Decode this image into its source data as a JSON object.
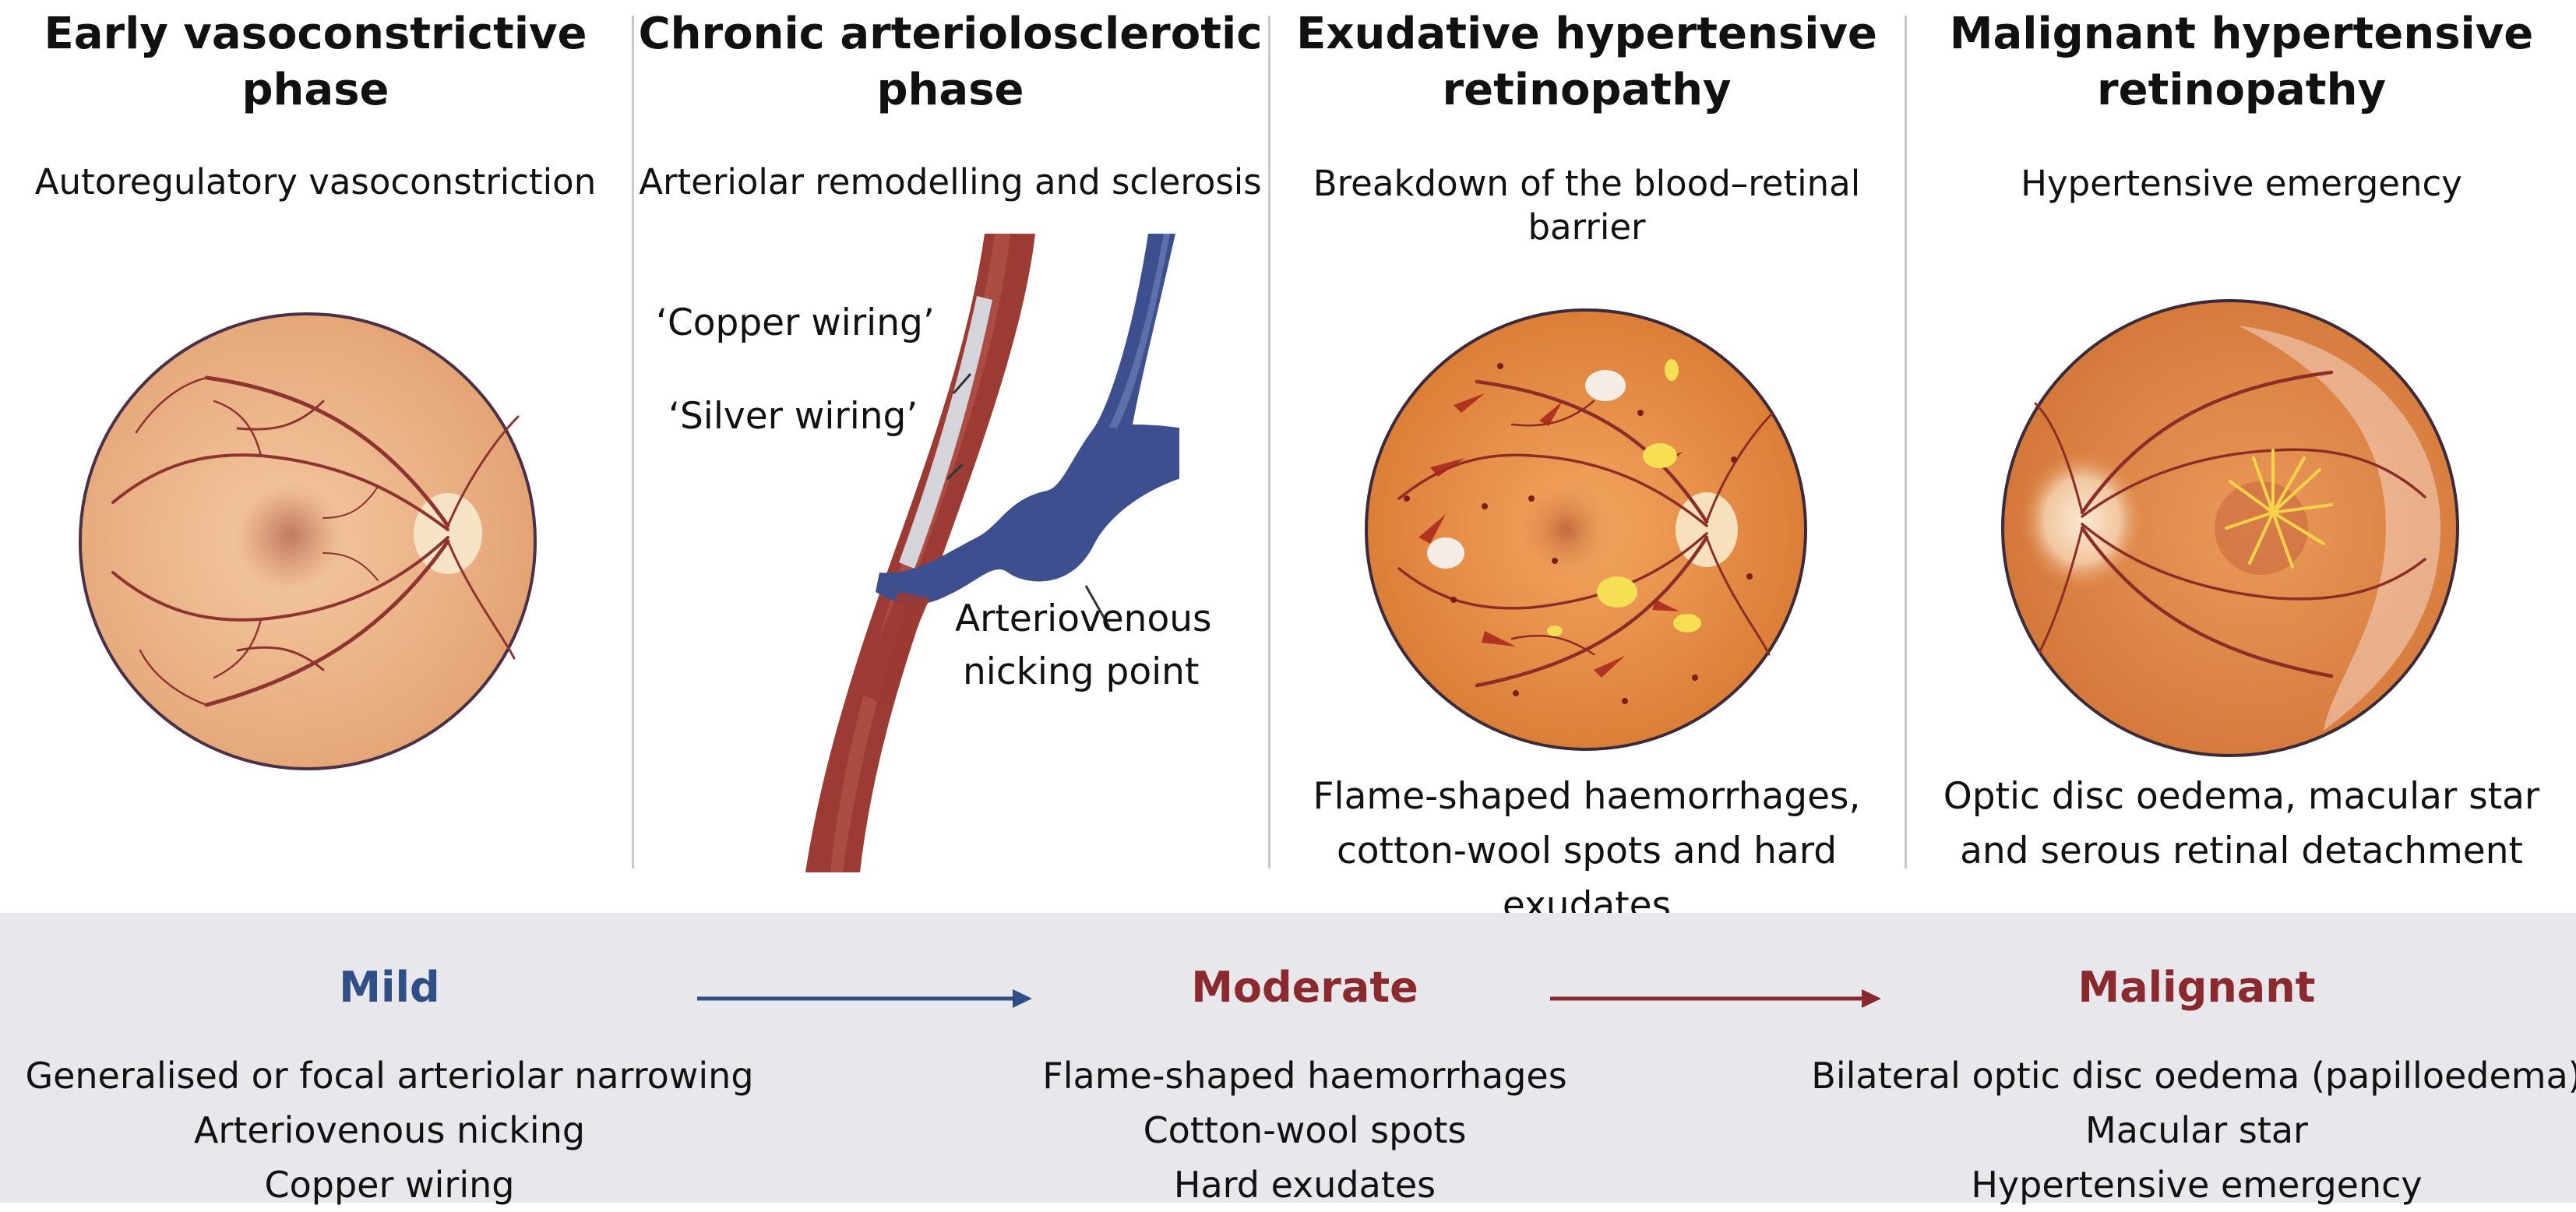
{
  "colors": {
    "mild": "#2f4f86",
    "moderate": "#8b2a2e",
    "malignant": "#8b2a2e",
    "panel_bg": "#e8e8ec",
    "divider": "#c9c9c9",
    "fundus": "#e5a874",
    "artery": "#9a3a34",
    "vein": "#3a4f8c"
  },
  "panels": [
    {
      "title": "Early vasoconstrictive phase",
      "subtitle": "Autoregulatory vasoconstriction",
      "caption": ""
    },
    {
      "title": "Chronic arteriolosclerotic phase",
      "subtitle": "Arteriolar remodelling and sclerosis",
      "caption": ""
    },
    {
      "title": "Exudative hypertensive retinopathy",
      "subtitle": "Breakdown of the blood–retinal barrier",
      "caption": "Flame-shaped haemorrhages, cotton-wool spots and hard exudates"
    },
    {
      "title": "Malignant hypertensive retinopathy",
      "subtitle": "Hypertensive emergency",
      "caption": "Optic disc oedema, macular star and serous retinal detachment"
    }
  ],
  "vessel_labels": {
    "copper": "‘Copper wiring’",
    "silver": "‘Silver wiring’",
    "av_line1": "Arteriovenous",
    "av_line2": "nicking point"
  },
  "severity": [
    {
      "title": "Mild",
      "items": [
        "Generalised or focal arteriolar narrowing",
        "Arteriovenous nicking",
        "Copper wiring"
      ]
    },
    {
      "title": "Moderate",
      "items": [
        "Flame-shaped haemorrhages",
        "Cotton-wool spots",
        "Hard exudates"
      ]
    },
    {
      "title": "Malignant",
      "items": [
        "Bilateral optic disc oedema (papilloedema)",
        "Macular star",
        "Hypertensive emergency"
      ]
    }
  ],
  "icons": {
    "arrow": "right-arrow-icon"
  }
}
